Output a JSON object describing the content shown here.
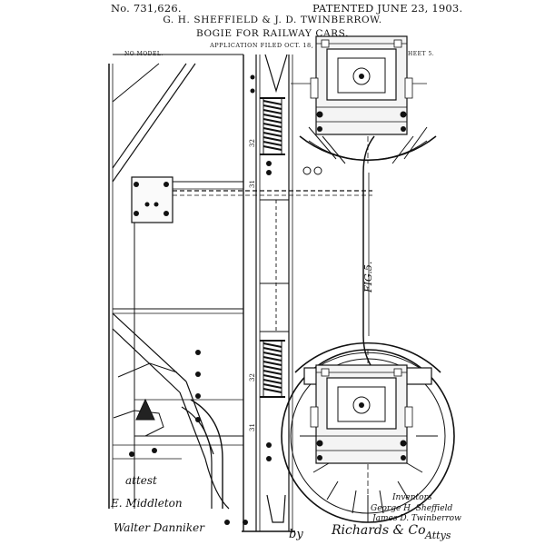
{
  "header": {
    "number": "No. 731,626.",
    "patented": "PATENTED JUNE 23, 1903.",
    "inventors_line": "G. H. SHEFFIELD & J. D. TWINBERROW.",
    "title": "BOGIE FOR RAILWAY CARS.",
    "application": "APPLICATION FILED OCT. 18, 1901.",
    "model": "NO MODEL.",
    "sheet": "5 SHEETS—SHEET 5."
  },
  "drawing": {
    "figure_label": "FIG.5.",
    "ref_labels": [
      "32",
      "31",
      "32",
      "31"
    ]
  },
  "signatures": {
    "attest": "attest",
    "witness_1": "E. Middleton",
    "witness_2": "Walter Danniker",
    "inventors_heading": "Inventors",
    "inventor_1": "George H. Sheffield",
    "inventor_2": "James D. Twinberrow",
    "by": "by",
    "attorneys": "Richards & Co",
    "attys": "Attys"
  }
}
